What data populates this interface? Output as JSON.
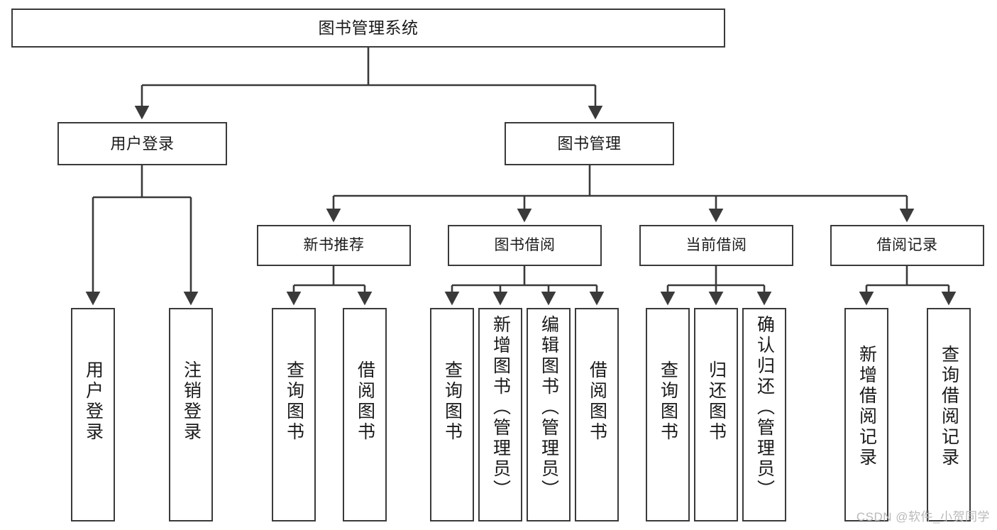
{
  "diagram": {
    "title": "图书管理系统",
    "type": "tree",
    "watermark": "CSDN @软件_小贺同学",
    "colors": {
      "stroke": "#3a3a3a",
      "background": "#ffffff",
      "text": "#1a1a1a",
      "watermark": "#b9b9b9"
    },
    "root": {
      "label": "图书管理系统"
    },
    "level2": [
      {
        "label": "用户登录"
      },
      {
        "label": "图书管理"
      }
    ],
    "level3": [
      {
        "label": "新书推荐"
      },
      {
        "label": "图书借阅"
      },
      {
        "label": "当前借阅"
      },
      {
        "label": "借阅记录"
      }
    ],
    "leaves": [
      {
        "label": "用户登录",
        "parent": "用户登录"
      },
      {
        "label": "注销登录",
        "parent": "用户登录"
      },
      {
        "label": "查询图书",
        "parent": "新书推荐"
      },
      {
        "label": "借阅图书",
        "parent": "新书推荐"
      },
      {
        "label": "查询图书",
        "parent": "图书借阅"
      },
      {
        "label": "新增图书（管理员）",
        "parent": "图书借阅"
      },
      {
        "label": "编辑图书（管理员）",
        "parent": "图书借阅"
      },
      {
        "label": "借阅图书",
        "parent": "图书借阅"
      },
      {
        "label": "查询图书",
        "parent": "当前借阅"
      },
      {
        "label": "归还图书",
        "parent": "当前借阅"
      },
      {
        "label": "确认归还（管理员）",
        "parent": "当前借阅"
      },
      {
        "label": "新增借阅记录",
        "parent": "借阅记录"
      },
      {
        "label": "查询借阅记录",
        "parent": "借阅记录"
      }
    ]
  }
}
